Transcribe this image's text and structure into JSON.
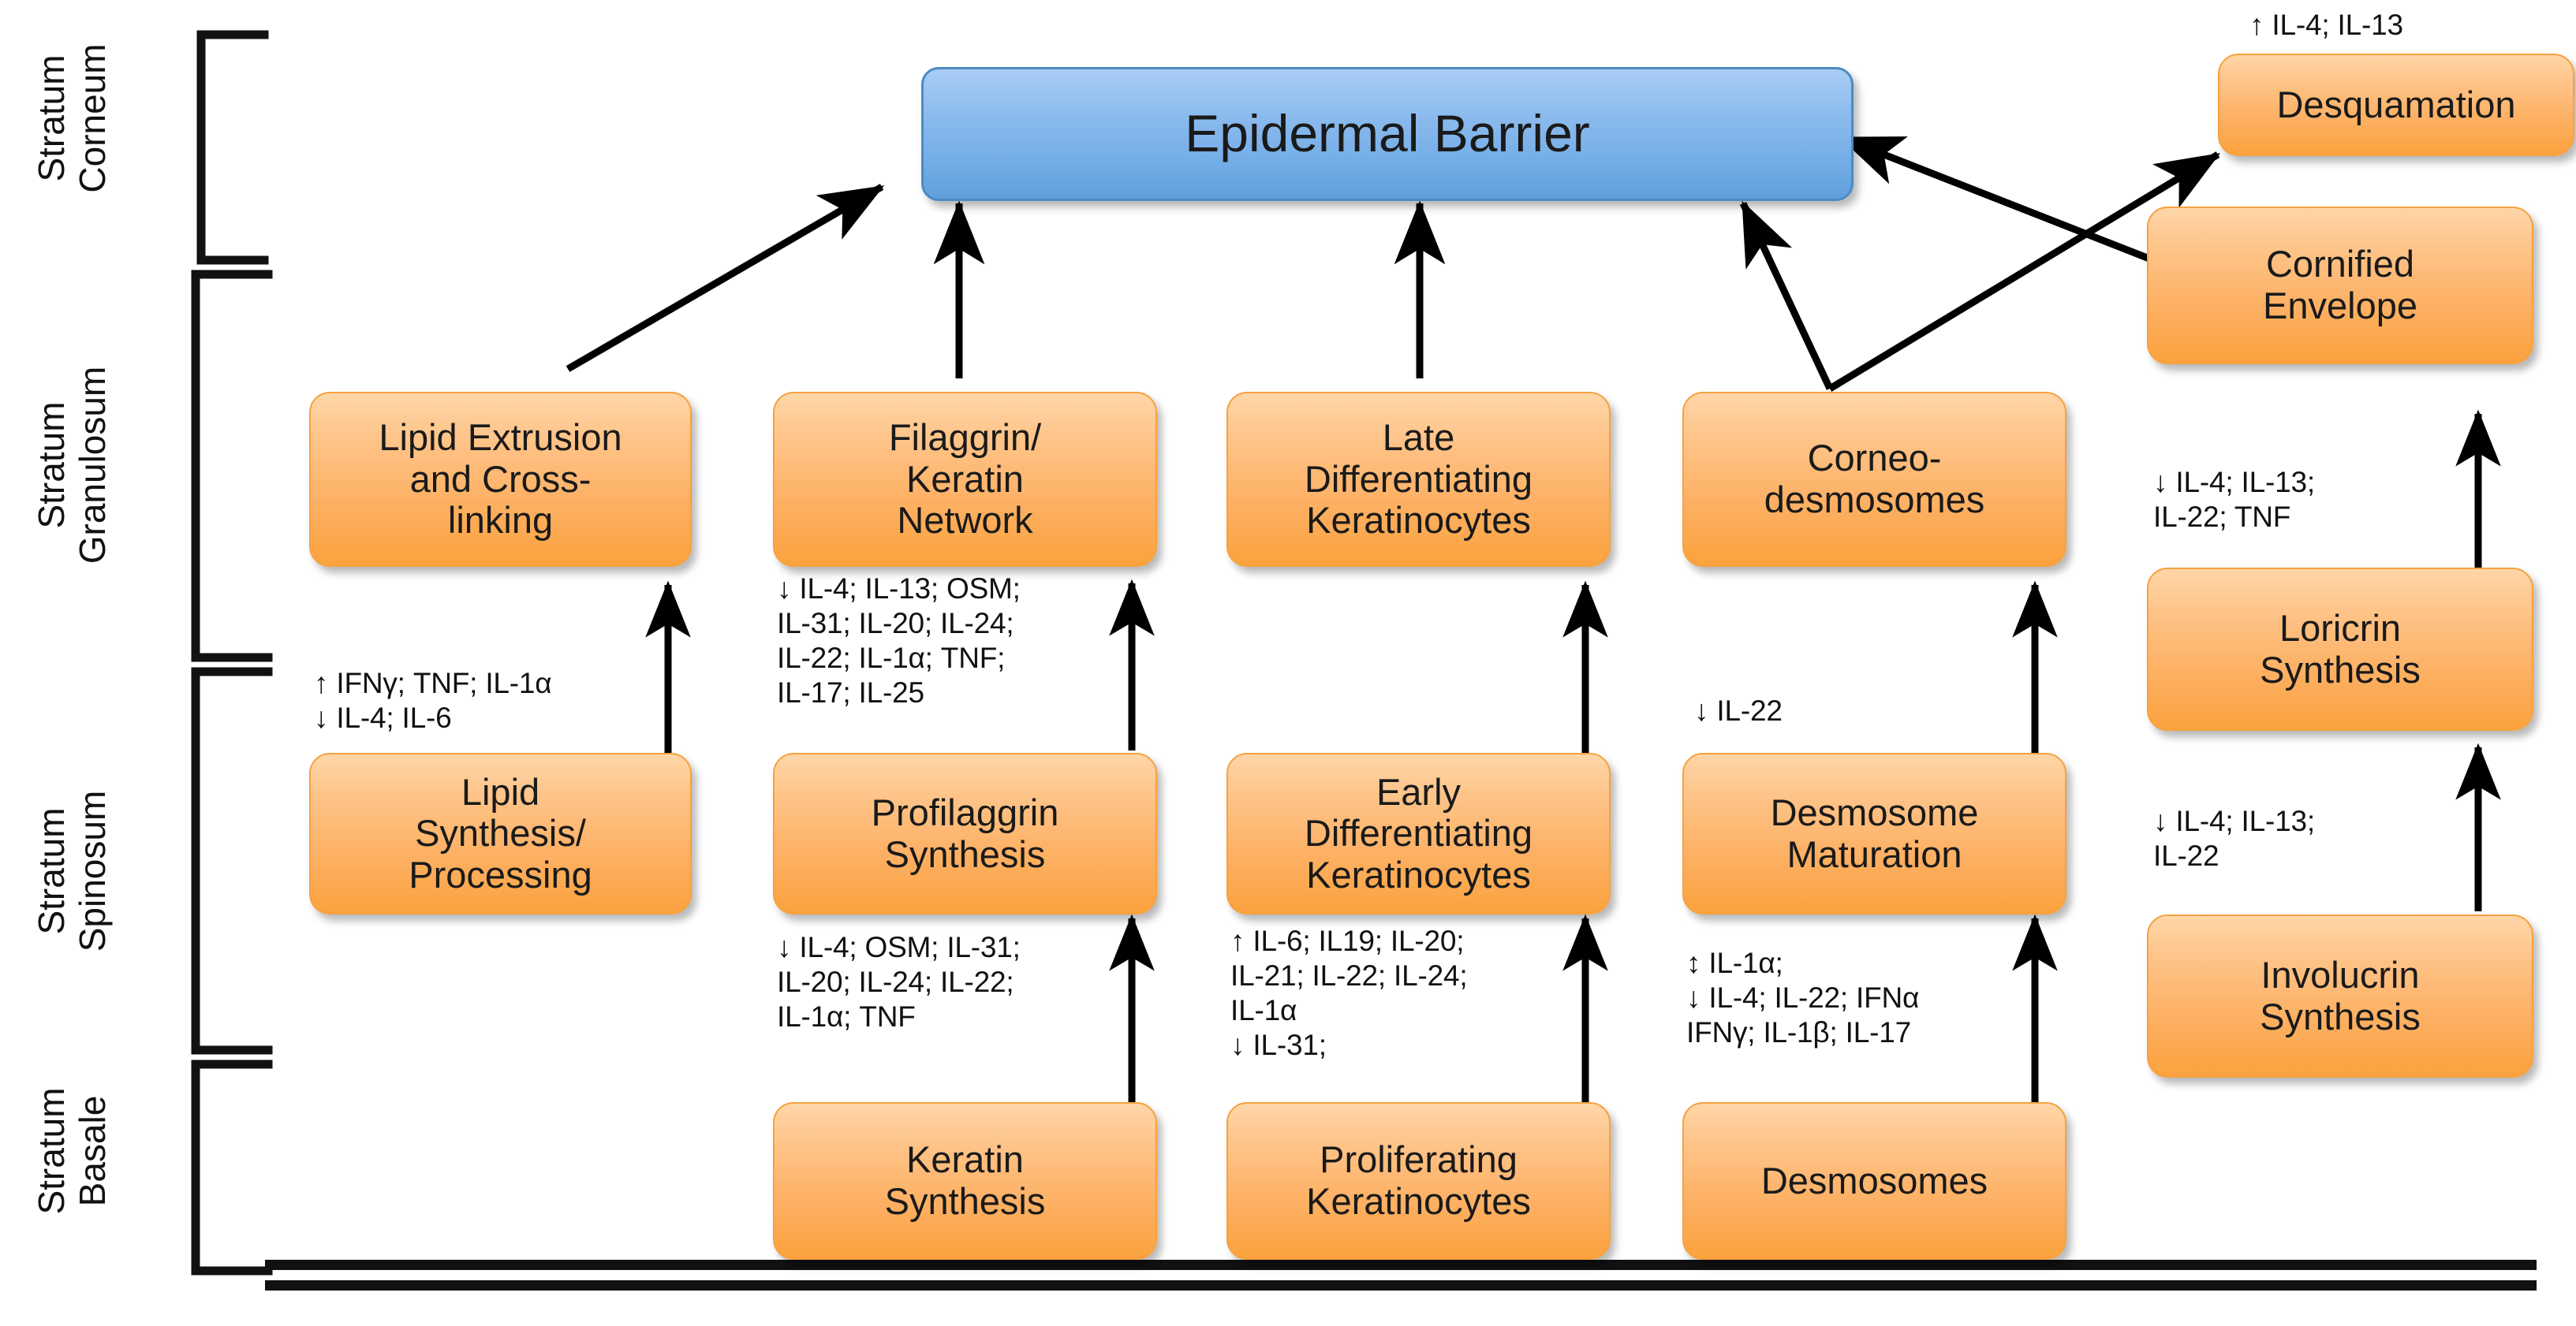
{
  "diagram": {
    "title": "Epidermal barrier formation and cytokine modulation",
    "colors": {
      "node_orange_top": "#ffd6a8",
      "node_orange_bottom": "#fba23e",
      "node_blue_top": "#a9cdf4",
      "node_blue_bottom": "#5f9fdc",
      "line": "#000000",
      "background": "#ffffff"
    }
  },
  "strata": [
    {
      "id": "corneum",
      "line1": "Stratum",
      "line2": "Corneum"
    },
    {
      "id": "granulosum",
      "line1": "Stratum",
      "line2": "Granulosum"
    },
    {
      "id": "spinosum",
      "line1": "Stratum",
      "line2": "Spinosum"
    },
    {
      "id": "basale",
      "line1": "Stratum",
      "line2": "Basale"
    }
  ],
  "nodes": {
    "epidermal_barrier": {
      "label": "Epidermal Barrier"
    },
    "desquamation": {
      "label": "Desquamation"
    },
    "cornified_envelope": {
      "label": "Cornified\nEnvelope"
    },
    "lipid_extrusion": {
      "label": "Lipid Extrusion\nand Cross-\nlinking"
    },
    "filaggrin_keratin": {
      "label": "Filaggrin/\nKeratin\nNetwork"
    },
    "late_diff_keratinocytes": {
      "label": "Late\nDifferentiating\nKeratinocytes"
    },
    "corneodesmosomes": {
      "label": "Corneo-\ndesmosomes"
    },
    "loricrin_synthesis": {
      "label": "Loricrin\nSynthesis"
    },
    "lipid_synthesis": {
      "label": "Lipid\nSynthesis/\nProcessing"
    },
    "profilaggrin_synthesis": {
      "label": "Profilaggrin\nSynthesis"
    },
    "early_diff_keratinocytes": {
      "label": "Early\nDifferentiating\nKeratinocytes"
    },
    "desmosome_maturation": {
      "label": "Desmosome\nMaturation"
    },
    "involucrin_synthesis": {
      "label": "Involucrin\nSynthesis"
    },
    "keratin_synthesis": {
      "label": "Keratin\nSynthesis"
    },
    "proliferating_keratinocytes": {
      "label": "Proliferating\nKeratinocytes"
    },
    "desmosomes": {
      "label": "Desmosomes"
    }
  },
  "annotations": {
    "desquamation_up": {
      "text": "↑ IL-4; IL-13"
    },
    "lipid_mid": {
      "text": "↑ IFNγ; TNF; IL-1α\n↓ IL-4; IL-6"
    },
    "filaggrin_mid": {
      "text": "↓ IL-4; IL-13; OSM;\nIL-31; IL-20; IL-24;\nIL-22; IL-1α; TNF;\nIL-17; IL-25"
    },
    "keratin_mid": {
      "text": "↓ IL-4; OSM; IL-31;\nIL-20; IL-24; IL-22;\nIL-1α; TNF"
    },
    "early_diff_mid": {
      "text": "↑ IL-6; IL19; IL-20;\nIL-21; IL-22; IL-24;\nIL-1α\n↓ IL-31;"
    },
    "desmosome_mat_mid": {
      "text": "↓ IL-22"
    },
    "desmosomes_mid": {
      "text": "↕ IL-1α;\n↓ IL-4; IL-22; IFNα\nIFNγ; IL-1β; IL-17"
    },
    "loricrin_mid": {
      "text": "↓ IL-4; IL-13;\nIL-22; TNF"
    },
    "involucrin_mid": {
      "text": "↓ IL-4; IL-13;\nIL-22"
    }
  }
}
